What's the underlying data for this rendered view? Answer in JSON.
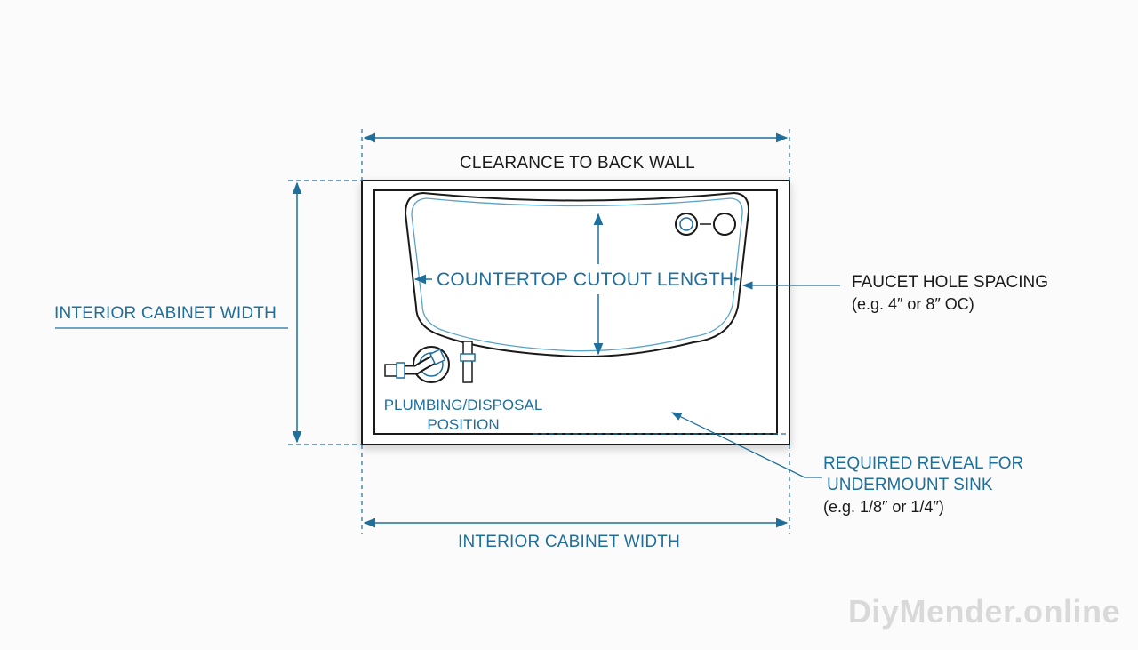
{
  "labels": {
    "top_dimension": "CLEARANCE TO BACK WALL",
    "left_dimension": "INTERIOR CABINET WIDTH",
    "bottom_dimension": "INTERIOR CABINET WIDTH",
    "sink_cutout": "COUNTERTOP CUTOUT LENGTH",
    "faucet_title": "FAUCET HOLE SPACING",
    "faucet_note": "(e.g. 4″ or 8″ OC)",
    "plumbing_line1": "PLUMBING/DISPOSAL",
    "plumbing_line2": "POSITION",
    "reveal_line1": "REQUIRED REVEAL FOR",
    "reveal_line2": "UNDERMOUNT SINK",
    "reveal_note": "(e.g. 1/8″ or 1/4″)"
  },
  "watermark": "DiyMender.online",
  "colors": {
    "accent_blue": "#1f6f9c",
    "outline": "#1a1a1a",
    "background": "#fbfbfb"
  }
}
